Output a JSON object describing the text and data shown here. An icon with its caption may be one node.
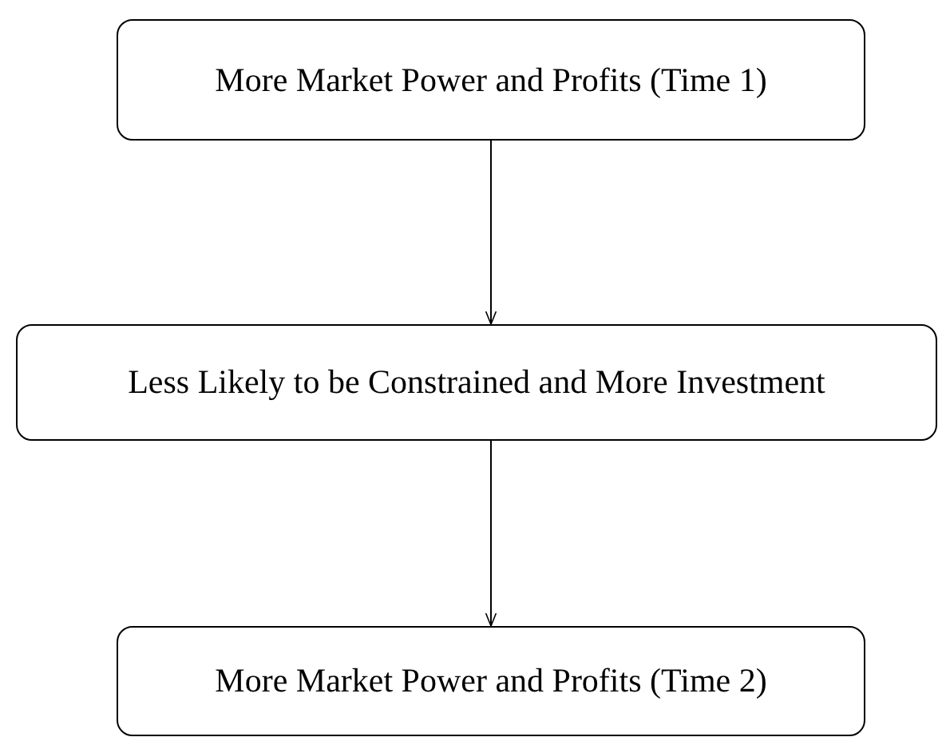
{
  "diagram": {
    "nodes": [
      {
        "text": [
          "More Market Power and Profits (Time 1)"
        ]
      },
      {
        "text": [
          "Less Likely to be Constrained and More Investment"
        ]
      },
      {
        "text": [
          "More Market Power and Profits (Time 2)"
        ]
      }
    ],
    "edges": [
      {
        "from": 0,
        "to": 1,
        "arrow": "to"
      },
      {
        "from": 1,
        "to": 2,
        "arrow": "to"
      }
    ]
  }
}
